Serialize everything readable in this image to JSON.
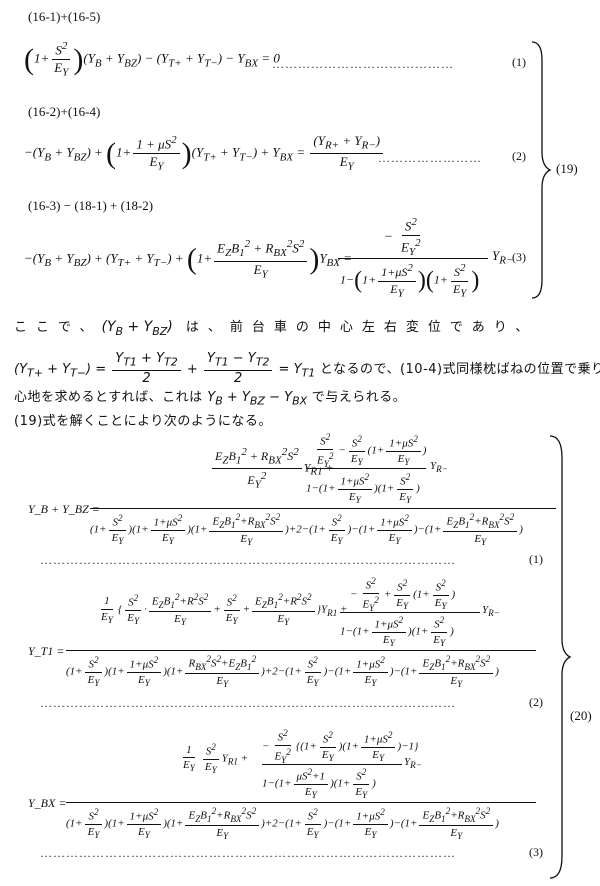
{
  "section_headers": {
    "h1": "(16-1)+(16-5)",
    "h2": "(16-2)+(16-4)",
    "h3": "(16-3) − (18-1) + (18-2)"
  },
  "equations_19": {
    "e1": "(1 + S²/E_Y)(Y_B + Y_BZ) − (Y_T+ + Y_T−) − Y_BX = 0",
    "e1_num": "(1)",
    "e2_left": "−(Y_B + Y_BZ) + (1 + (1 + μS²)/E_Y)(Y_T+ + Y_T−) + Y_BX =",
    "e2_frac_num": "(Y_R+ + Y_R−)",
    "e2_frac_den": "E_Y",
    "e2_num": "(2)",
    "e3_left": "−(Y_B + Y_BZ) + (Y_T+ + Y_T−) + (1 + (E_Z B_1² + R_BX² S²)/E_Y) Y_BX =",
    "e3_num": "(3)",
    "group_label": "(19)"
  },
  "paragraph": {
    "line1": "ここで、(Y_B + Y_BZ) は、前台車の中心左右変位であり、",
    "line2a": "(Y_T+ + Y_T−) = (Y_T1 + Y_T2)/2 + (Y_T1 − Y_T2)/2 = Y_T1 となるので、(10-4)式同様枕ばねの位置で乗り",
    "line3": "心地を求めるとすれば、これは Y_B + Y_BZ − Y_BX で与えられる。",
    "line4": "(19)式を解くことにより次のようになる。"
  },
  "equations_20": {
    "lhs1": "Y_B + Y_BZ =",
    "lhs2": "Y_T1 =",
    "lhs3": "Y_BX =",
    "n1": "(1)",
    "n2": "(2)",
    "n3": "(3)",
    "group_label": "(20)"
  }
}
